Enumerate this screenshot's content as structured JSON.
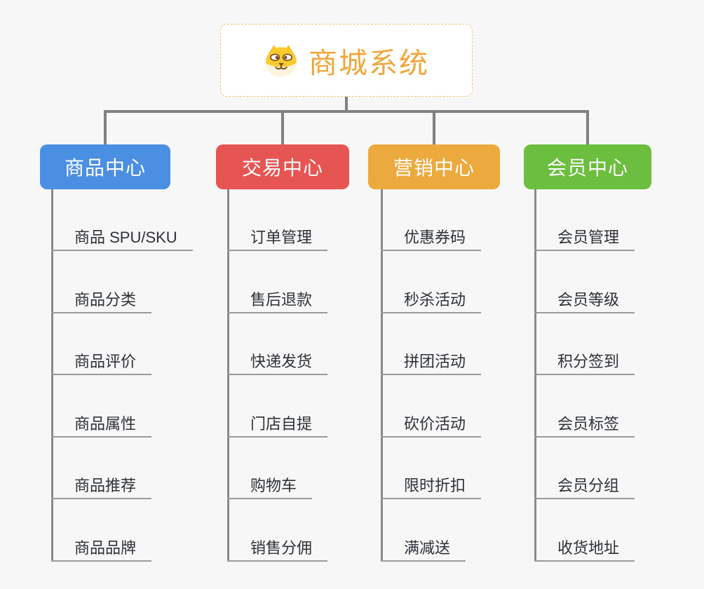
{
  "page": {
    "background": "#f7f7f7"
  },
  "colors": {
    "connector": "#808080",
    "trunk": "#8a8a8a",
    "underline": "#9a9a9a",
    "item_text": "#2d3136",
    "root_text": "#f0a63c",
    "root_border": "#f1c278"
  },
  "root": {
    "title": "商城系统",
    "icon": "dog-face-icon"
  },
  "branches": [
    {
      "label": "商品中心",
      "color": "#4b8fe2",
      "items": [
        "商品 SPU/SKU",
        "商品分类",
        "商品评价",
        "商品属性",
        "商品推荐",
        "商品品牌"
      ]
    },
    {
      "label": "交易中心",
      "color": "#e65552",
      "items": [
        "订单管理",
        "售后退款",
        "快递发货",
        "门店自提",
        "购物车",
        "销售分佣"
      ]
    },
    {
      "label": "营销中心",
      "color": "#ecaa3e",
      "items": [
        "优惠券码",
        "秒杀活动",
        "拼团活动",
        "砍价活动",
        "限时折扣",
        "满减送"
      ]
    },
    {
      "label": "会员中心",
      "color": "#6cbe3f",
      "items": [
        "会员管理",
        "会员等级",
        "积分签到",
        "会员标签",
        "会员分组",
        "收货地址"
      ]
    }
  ]
}
